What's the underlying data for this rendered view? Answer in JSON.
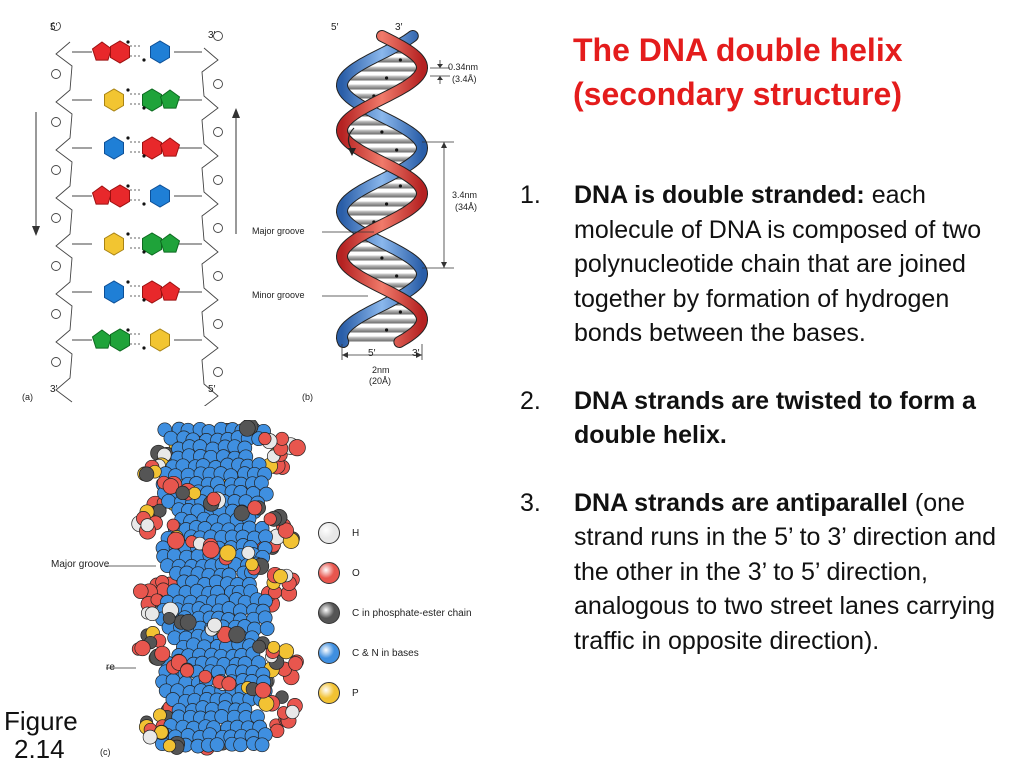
{
  "slide": {
    "title_line1": "The DNA double helix",
    "title_line2": "(secondary structure)",
    "points": [
      {
        "num": "1.",
        "bold": "DNA is double stranded:",
        "text": " each molecule of DNA is composed of two polynucleotide chain that are joined together by formation of hydrogen bonds between the bases."
      },
      {
        "num": "2.",
        "bold": "DNA strands are twisted to form a double helix.",
        "text": ""
      },
      {
        "num": "3.",
        "bold": "DNA strands are antiparallel",
        "text": " (one strand runs in the 5’ to 3’ direction and the other in the 3’ to 5’ direction, analogous to two street lanes carrying traffic in opposite direction)."
      }
    ],
    "figure_line1": "Figure",
    "figure_line2": "2.14"
  },
  "panel_a": {
    "label": "(a)",
    "top_left": "5′",
    "top_right": "3′",
    "bottom_left": "3′",
    "bottom_right": "5′",
    "base_pairs": [
      {
        "left": "red",
        "right": "blue"
      },
      {
        "left": "yellow",
        "right": "green"
      },
      {
        "left": "blue",
        "right": "red"
      },
      {
        "left": "red",
        "right": "blue"
      },
      {
        "left": "yellow",
        "right": "green"
      },
      {
        "left": "blue",
        "right": "red"
      },
      {
        "left": "green",
        "right": "yellow"
      }
    ]
  },
  "panel_b": {
    "label": "(b)",
    "top_left": "5′",
    "top_right": "3′",
    "bottom_left": "5′",
    "bottom_right": "3′",
    "rise_nm": "0.34nm",
    "rise_a": "(3.4Å)",
    "pitch_nm": "3.4nm",
    "pitch_a": "(34Å)",
    "width_nm": "2nm",
    "width_a": "(20Å)",
    "major_groove": "Major groove",
    "minor_groove": "Minor groove"
  },
  "panel_c": {
    "label": "(c)",
    "major_groove": "Major groove",
    "cut_label": "re",
    "legend": [
      {
        "label": "H",
        "color": "#e8e8e8"
      },
      {
        "label": "O",
        "color": "#e8564e"
      },
      {
        "label": "C in phosphate-ester chain",
        "color": "#555555"
      },
      {
        "label": "C & N in bases",
        "color": "#3f8fe0"
      },
      {
        "label": "P",
        "color": "#f2c233"
      }
    ]
  },
  "colors": {
    "title_red": "#e41c1c",
    "base_red": "#e8282b",
    "base_blue": "#1f7fd6",
    "base_yellow": "#f2c531",
    "base_green": "#1fa33a",
    "strand_red": "#d63a3a",
    "strand_blue": "#3a78c8"
  }
}
